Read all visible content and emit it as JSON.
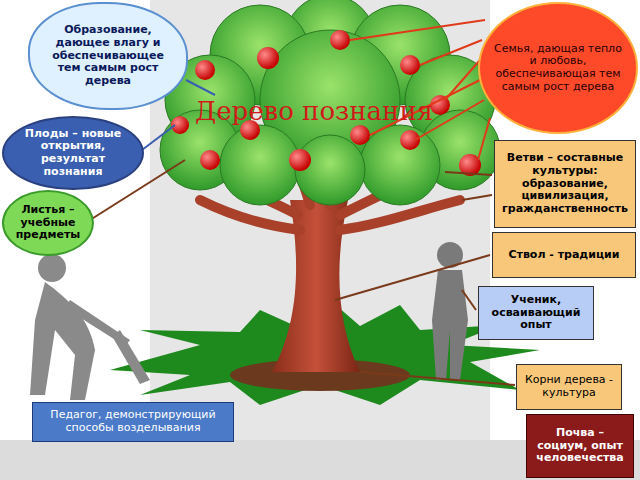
{
  "diagram": {
    "title": "Дерево познания",
    "nodes": [
      {
        "text": [
          "Образование, дающее влагу и обеспечивающее тем самым рост дерева"
        ]
      },
      {
        "text": [
          "Семья, дающая тепло и любовь, обеспечивающая тем самым рост дерева"
        ]
      },
      {
        "text": [
          "Плоды – новые открытия, результат познания"
        ]
      },
      {
        "text": [
          "Ветви – составные культуры: образование, цивилизация, гражданственность"
        ]
      },
      {
        "text": [
          "Листья – учебные предметы"
        ]
      },
      {
        "text": [
          "Ствол - традиции"
        ]
      },
      {
        "text": [
          "Ученик, осваивающий опыт"
        ]
      },
      {
        "text": [
          "Корни дерева - культура"
        ]
      },
      {
        "text": [
          "Педагог, демонстрирующий способы возделывания"
        ]
      },
      {
        "text": [
          "Почва – социум, опыт человечества"
        ]
      }
    ]
  }
}
